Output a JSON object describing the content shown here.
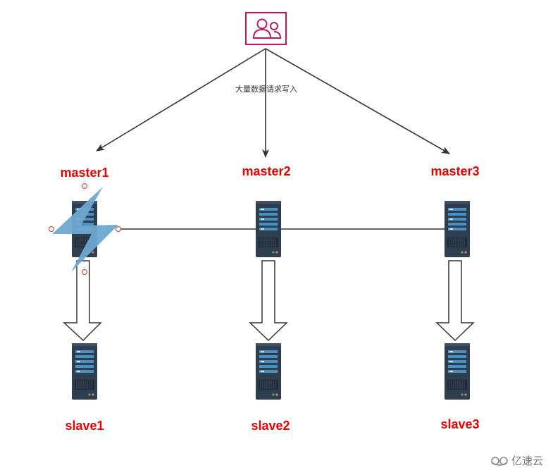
{
  "diagram": {
    "client_icon": "users-icon",
    "edge_label": "大量数据请求写入",
    "masters": [
      {
        "label": "master1",
        "status": "failed"
      },
      {
        "label": "master2",
        "status": "ok"
      },
      {
        "label": "master3",
        "status": "ok"
      }
    ],
    "slaves": [
      {
        "label": "slave1"
      },
      {
        "label": "slave2"
      },
      {
        "label": "slave3"
      }
    ],
    "failure_icon": "lightning-bolt-icon",
    "colors": {
      "client": "#c2185b",
      "label": "#e60000",
      "server_body": "#2f3e4e",
      "server_stripe": "#4a90c2",
      "bolt": "#6fa8d0",
      "line": "#333333"
    }
  },
  "watermark": {
    "text": "亿速云",
    "icon": "cloud-logo-icon"
  }
}
